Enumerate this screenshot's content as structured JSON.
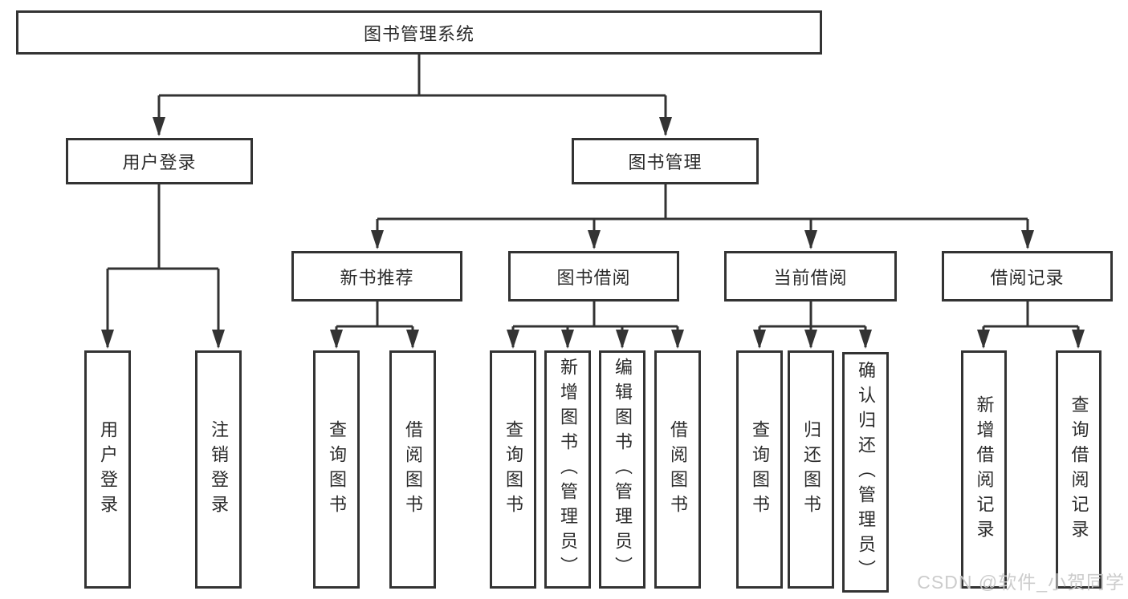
{
  "tree": {
    "root": {
      "label": "图书管理系统"
    },
    "user": {
      "label": "用户登录",
      "children": [
        {
          "label": "用户登录"
        },
        {
          "label": "注销登录"
        }
      ]
    },
    "book": {
      "label": "图书管理",
      "children": [
        {
          "label": "新书推荐",
          "children": [
            {
              "label": "查询图书"
            },
            {
              "label": "借阅图书"
            }
          ]
        },
        {
          "label": "图书借阅",
          "children": [
            {
              "label": "查询图书"
            },
            {
              "label": "新增图书（管理员）"
            },
            {
              "label": "编辑图书（管理员）"
            },
            {
              "label": "借阅图书"
            }
          ]
        },
        {
          "label": "当前借阅",
          "children": [
            {
              "label": "查询图书"
            },
            {
              "label": "归还图书"
            },
            {
              "label": "确认归还（管理员）"
            }
          ]
        },
        {
          "label": "借阅记录",
          "children": [
            {
              "label": "新增借阅记录"
            },
            {
              "label": "查询借阅记录"
            }
          ]
        }
      ]
    }
  },
  "watermark": {
    "text": "CSDN @软件_小贺同学",
    "color": "#c9c9c9"
  },
  "style": {
    "line_color": "#333333",
    "box_border_color": "#333333",
    "box_fill": "#ffffff",
    "text_color": "#2b2b2b",
    "background": "#ffffff"
  }
}
